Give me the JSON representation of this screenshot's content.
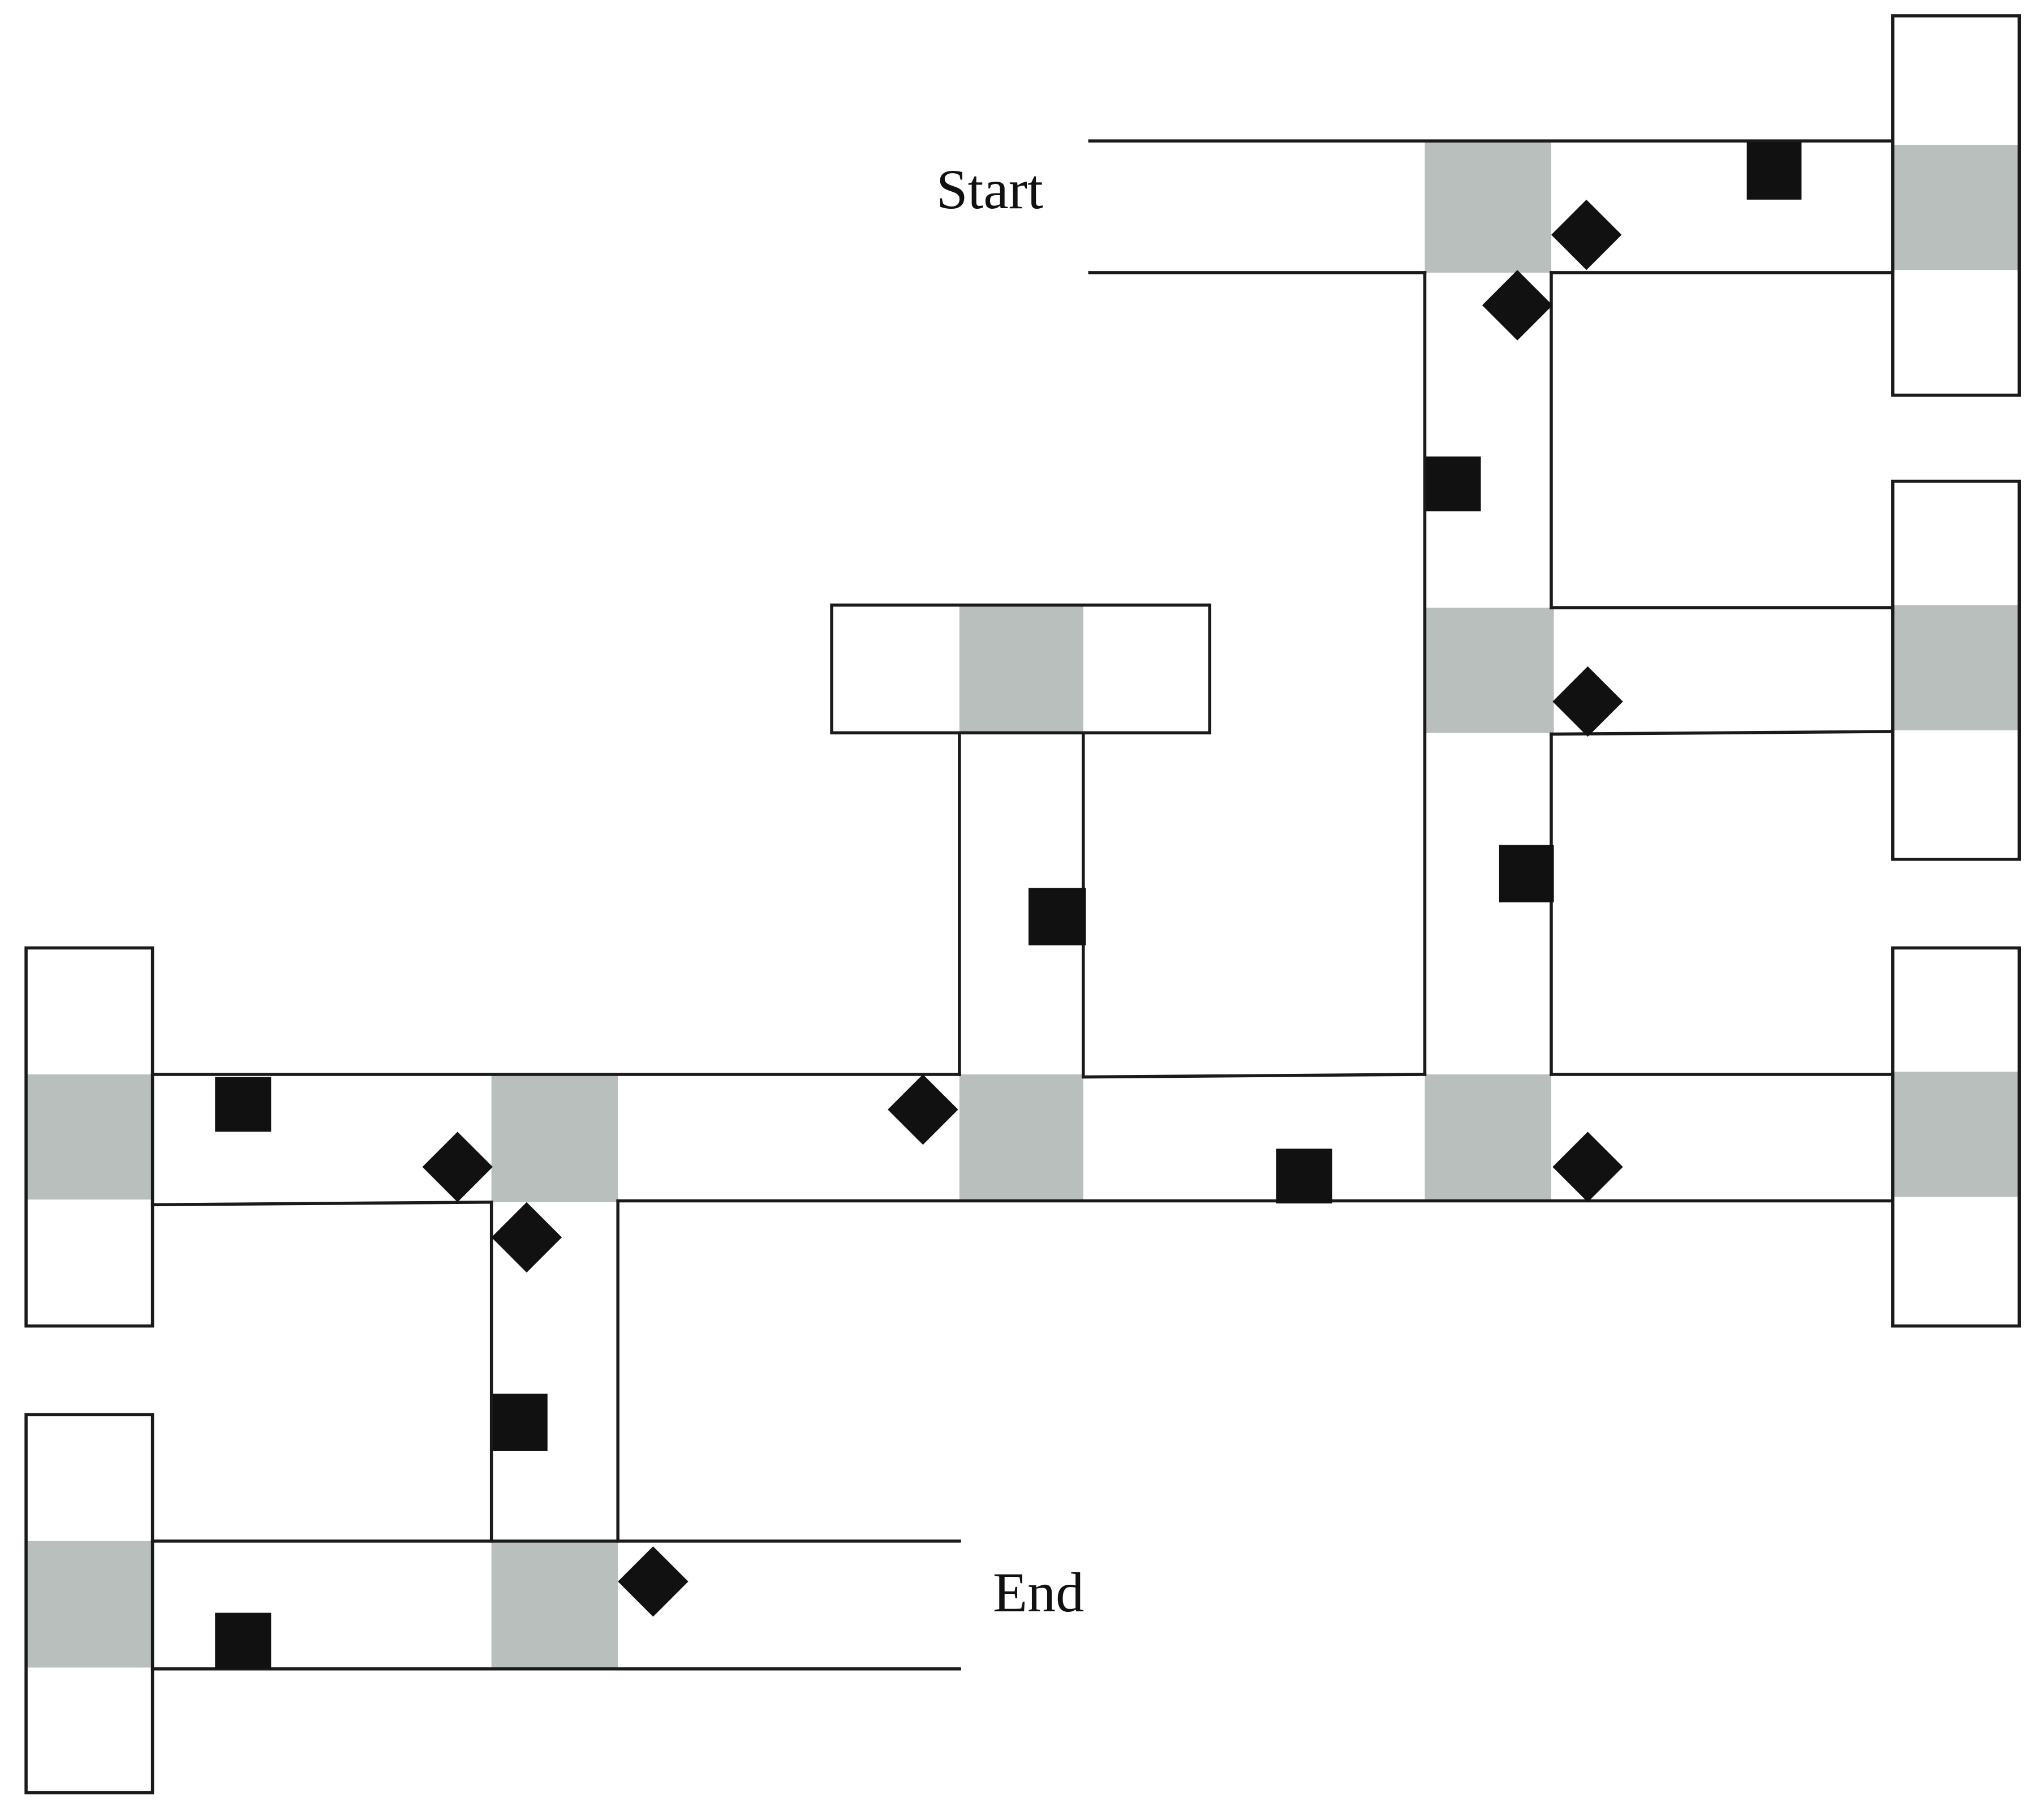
{
  "labels": {
    "start": "Start",
    "end": "End"
  },
  "colors": {
    "background": "#ffffff",
    "line": "#1a1a1a",
    "intersection": "#b8bfbc",
    "marker": "#111111"
  },
  "legend_semantics": {
    "square_marker": "black-square",
    "diamond_marker": "black-diamond",
    "shaded_cell": "gray-intersection"
  }
}
